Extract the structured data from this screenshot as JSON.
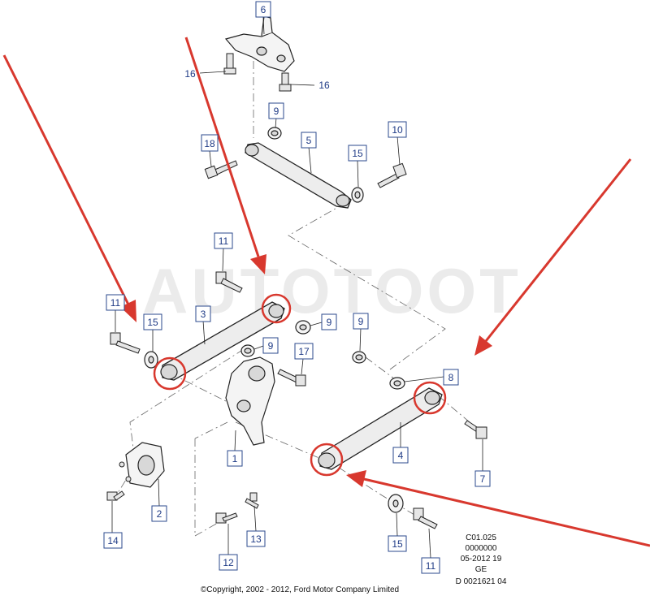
{
  "watermark": "AUTOTOOT",
  "callouts": {
    "c6": "6",
    "c16a": "16",
    "c16b": "16",
    "c9a": "9",
    "c18": "18",
    "c5": "5",
    "c15a": "15",
    "c10": "10",
    "c11a": "11",
    "c11b": "11",
    "c15b": "15",
    "c3": "3",
    "c9b": "9",
    "c9c": "9",
    "c9d": "9",
    "c17": "17",
    "c8": "8",
    "c1": "1",
    "c4": "4",
    "c7": "7",
    "c2": "2",
    "c14": "14",
    "c13": "13",
    "c12": "12",
    "c15c": "15",
    "c11c": "11"
  },
  "reference": {
    "line1": "C01.025",
    "line2": "0000000",
    "line3": "05-2012 19",
    "line4": "GE",
    "line5": "D 0021621 04"
  },
  "copyright": "©Copyright, 2002 - 2012, Ford Motor Company Limited",
  "colors": {
    "arrow": "#d8382e",
    "callout_text": "#1f3b86",
    "callout_border": "#2b4a8c"
  }
}
